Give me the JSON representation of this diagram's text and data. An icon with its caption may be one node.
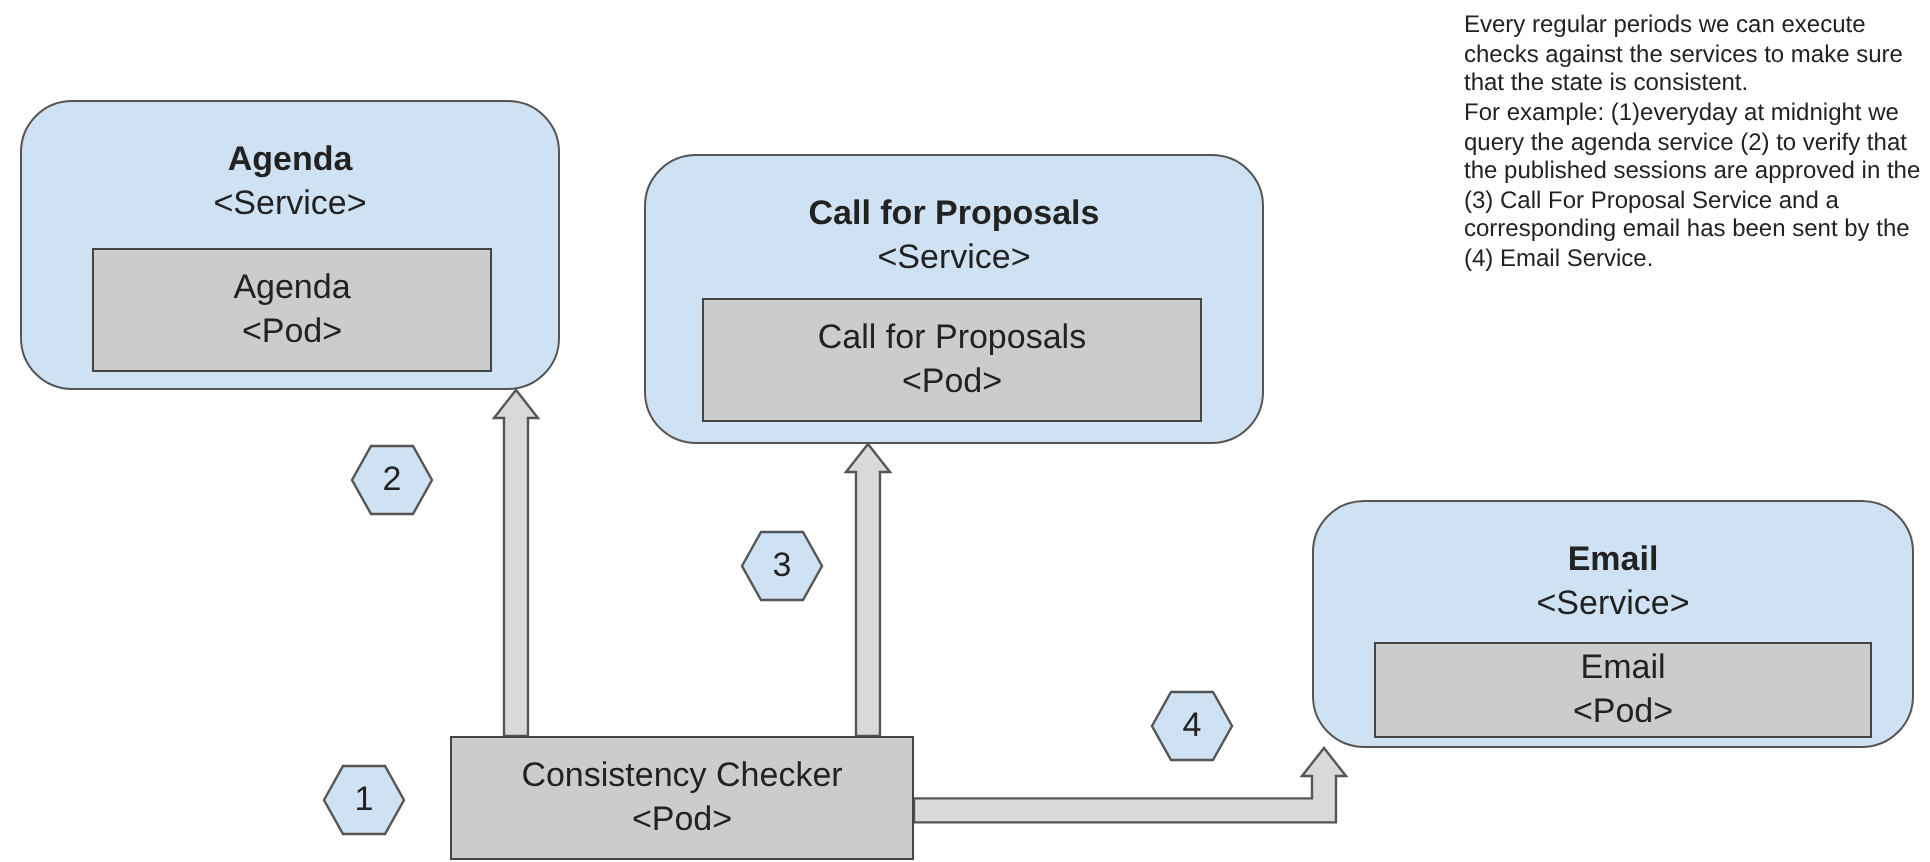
{
  "diagram": {
    "nodes": [
      {
        "text": [
          "Agenda",
          "<Service>"
        ]
      },
      {
        "text": [
          "Agenda",
          "<Pod>"
        ],
        "in": 0
      },
      {
        "text": [
          "Call for Proposals",
          "<Service>"
        ]
      },
      {
        "text": [
          "Call for Proposals",
          "<Pod>"
        ],
        "in": 2
      },
      {
        "text": [
          "Email",
          "<Service>"
        ]
      },
      {
        "text": [
          "Email",
          "<Pod>"
        ],
        "in": 4
      },
      {
        "text": [
          "Consistency Checker",
          "<Pod>"
        ]
      },
      {
        "text": [
          "1"
        ]
      },
      {
        "text": [
          "2"
        ]
      },
      {
        "text": [
          "3"
        ]
      },
      {
        "text": [
          "4"
        ]
      }
    ],
    "edges": [
      {
        "from": 6,
        "to": 0,
        "arrow": "to"
      },
      {
        "from": 6,
        "to": 2,
        "arrow": "to"
      },
      {
        "from": 6,
        "to": 4,
        "arrow": "to"
      }
    ],
    "labels": [
      "Every regular periods we can execute checks against the services to make sure that the state is consistent.",
      "For example: (1)everyday at midnight we query the agenda service (2) to verify that the published sessions are approved in the (3) Call For Proposal Service and a corresponding email has been sent by the (4) Email Service."
    ]
  }
}
